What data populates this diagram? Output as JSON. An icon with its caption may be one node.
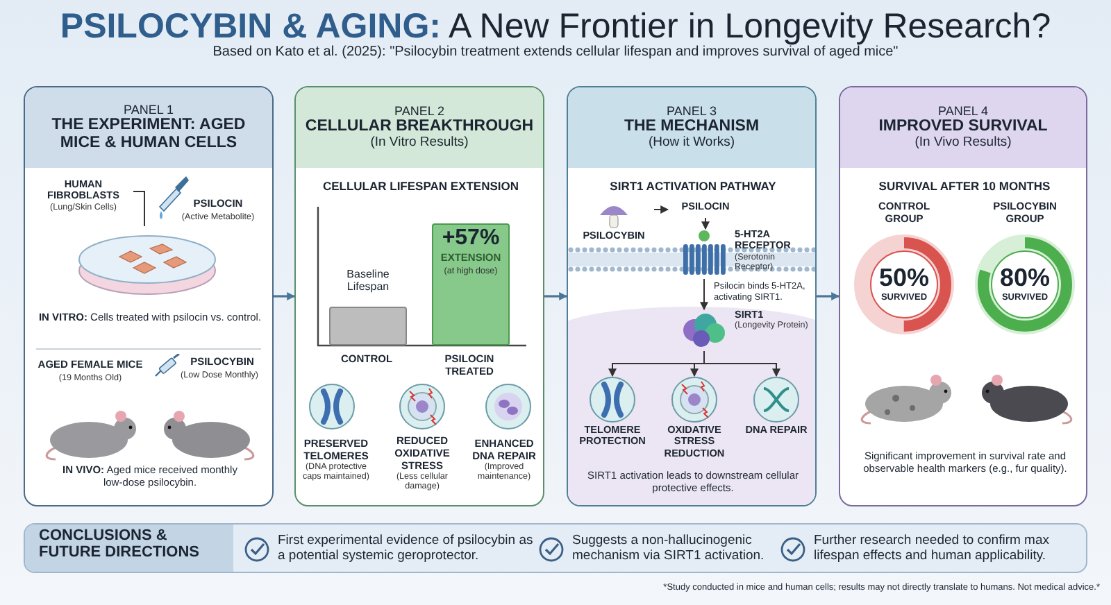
{
  "diagram": {
    "title": "PSILOCYBIN & AGING: A New Frontier in Longevity Research?",
    "nodes": [
      {
        "text": [
          "PANEL 1",
          "THE EXPERIMENT: AGED MICE & HUMAN CELLS"
        ]
      },
      {
        "text": [
          "PANEL 2",
          "CELLULAR BREAKTHROUGH",
          "(In Vitro Results)"
        ]
      },
      {
        "text": [
          "PANEL 3",
          "THE MECHANISM",
          "(How it Works)"
        ]
      },
      {
        "text": [
          "PANEL 4",
          "IMPROVED SURVIVAL",
          "(In Vivo Results)"
        ]
      },
      {
        "text": [
          "CONCLUSIONS & FUTURE DIRECTIONS"
        ]
      },
      {
        "text": [
          "PSILOCYBIN"
        ],
        "in": 2
      },
      {
        "text": [
          "PSILOCIN"
        ],
        "in": 2
      },
      {
        "text": [
          "5-HT2A RECEPTOR",
          "(Serotonin Receptor)"
        ],
        "in": 2
      },
      {
        "text": [
          "SIRT1",
          "(Longevity Protein)"
        ],
        "in": 2
      },
      {
        "text": [
          "TELOMERE PROTECTION"
        ],
        "in": 2
      },
      {
        "text": [
          "OXIDATIVE STRESS REDUCTION"
        ],
        "in": 2
      },
      {
        "text": [
          "DNA REPAIR"
        ],
        "in": 2
      },
      {
        "text": [
          "HUMAN FIBROBLASTS",
          "(Lung/Skin Cells)"
        ],
        "in": 0
      },
      {
        "text": [],
        "shape": "picture",
        "in": 0
      }
    ],
    "edges": [
      {
        "from": 0,
        "to": 1,
        "arrow": "to",
        "color": "#4b7796"
      },
      {
        "from": 1,
        "to": 2,
        "arrow": "to",
        "color": "#4b7796"
      },
      {
        "from": 2,
        "to": 3,
        "arrow": "to",
        "color": "#4b7796"
      },
      {
        "from": 5,
        "to": 6,
        "arrow": "to"
      },
      {
        "from": 6,
        "to": 7,
        "arrow": "to"
      },
      {
        "from": 7,
        "to": 8,
        "arrow": "to",
        "label": "Psilocin binds 5-HT2A, activating SIRT1."
      },
      {
        "from": 8,
        "to": 9,
        "arrow": "to"
      },
      {
        "from": 8,
        "to": 10,
        "arrow": "to"
      },
      {
        "from": 8,
        "to": 11,
        "arrow": "to"
      },
      {
        "from": 12,
        "to": 13,
        "arrow": "none"
      }
    ],
    "labels": [
      "Based on Kato et al. (2025): \"Psilocybin treatment extends cellular lifespan and improves survival of aged mice\"",
      "PSILOCIN",
      "(Active Metabolite)",
      "**IN VITRO:** Cells treated with psilocin vs. control.",
      "AGED FEMALE MICE",
      "(19 Months Old)",
      "PSILOCYBIN",
      "(Low Dose Monthly)",
      "**IN VIVO:** Aged mice received monthly low-dose psilocybin.",
      "CELLULAR LIFESPAN EXTENSION",
      "Baseline Lifespan",
      "+57%",
      "EXTENSION",
      "(at high dose)",
      "CONTROL",
      "PSILOCIN TREATED",
      "PRESERVED TELOMERES",
      "(DNA protective caps maintained)",
      "REDUCED OXIDATIVE STRESS",
      "(Less cellular damage)",
      "ENHANCED DNA REPAIR",
      "(Improved maintenance)",
      "SIRT1 ACTIVATION PATHWAY",
      "SIRT1 activation leads to downstream cellular protective effects.",
      "SURVIVAL AFTER 10 MONTHS",
      "CONTROL GROUP",
      "PSILOCYBIN GROUP",
      "50%",
      "SURVIVED",
      "80%",
      "SURVIVED",
      "Significant improvement in survival rate and observable health markers (e.g., fur quality).",
      "First experimental evidence of psilocybin as a potential systemic geroprotector.",
      "Suggests a non-hallucinogenic mechanism via SIRT1 activation.",
      "Further research needed to confirm max lifespan effects and human applicability.",
      "*Study conducted in mice and human cells; results may not directly translate to humans. Not medical advice.*"
    ]
  }
}
